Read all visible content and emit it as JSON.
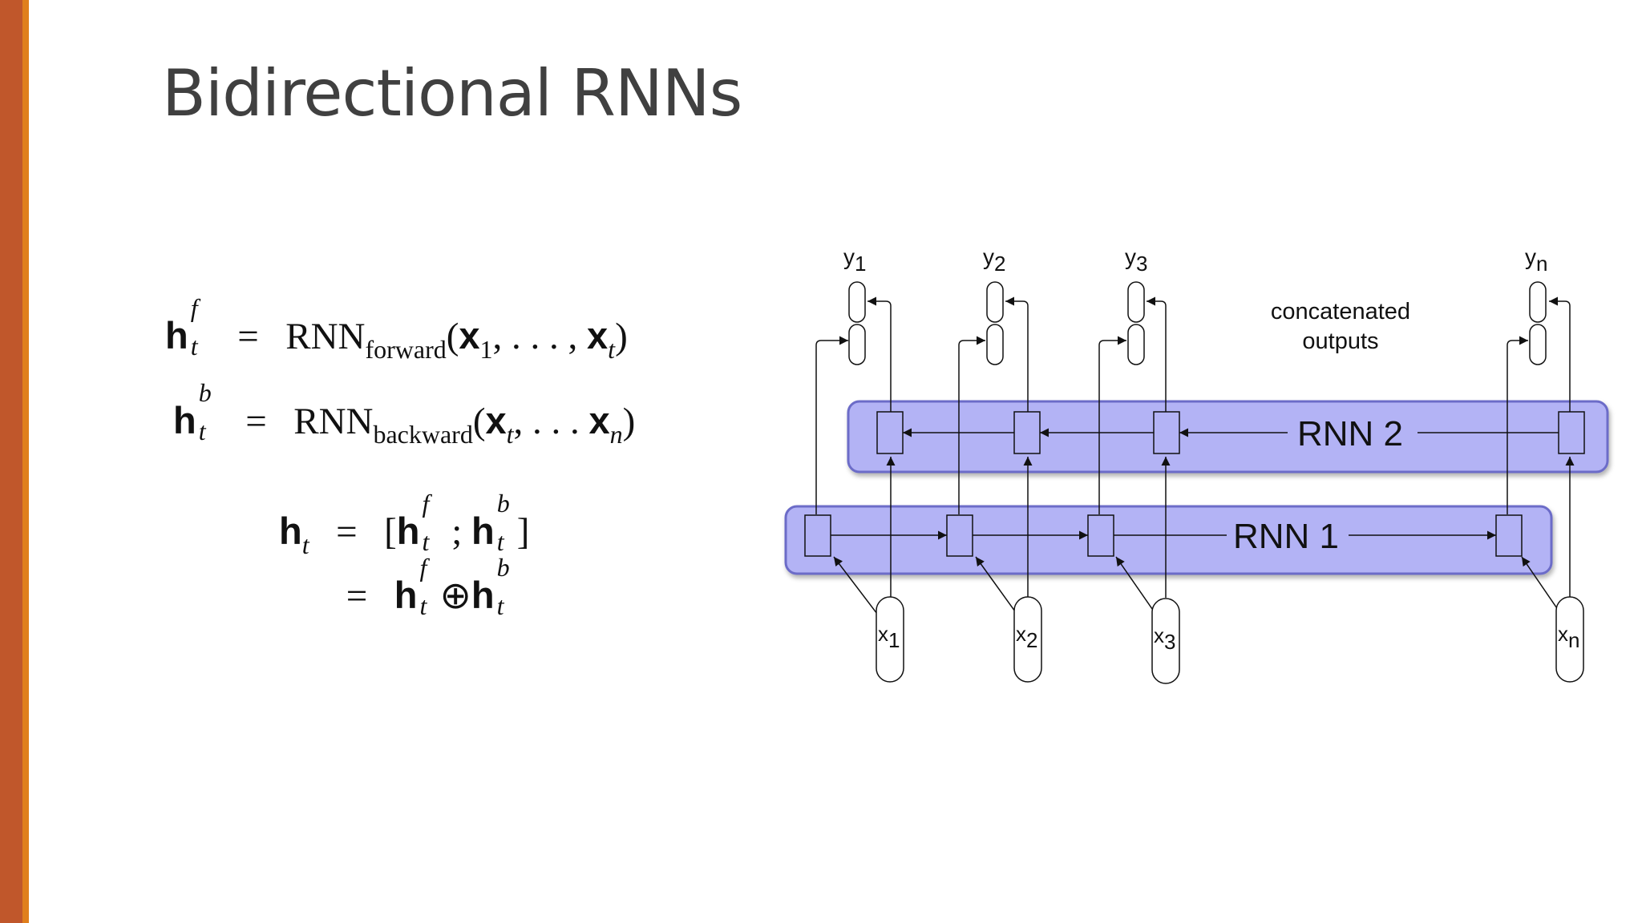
{
  "slide": {
    "title": "Bidirectional RNNs",
    "accent_colors": [
      "#c0572b",
      "#e07f1c"
    ]
  },
  "equations": {
    "forward": {
      "lhs": "h",
      "sup": "f",
      "sub": "t",
      "rel": "=",
      "fn": "RNN",
      "fn_sub": "forward",
      "args_open": "(",
      "x1": "x",
      "x1_sub": "1",
      "mid": ", . . . , ",
      "xt": "x",
      "xt_sub": "t",
      "args_close": ")"
    },
    "backward": {
      "lhs": "h",
      "sup": "b",
      "sub": "t",
      "rel": "=",
      "fn": "RNN",
      "fn_sub": "backward",
      "args_open": "(",
      "xt": "x",
      "xt_sub": "t",
      "mid": ", . . . ",
      "xn": "x",
      "xn_sub": "n",
      "args_close": ")"
    },
    "concat": {
      "lhs": "h",
      "lhs_sub": "t",
      "rel": "=",
      "open": "[",
      "a": "h",
      "a_sup": "f",
      "a_sub": "t",
      "sep": " ; ",
      "b": "h",
      "b_sup": "b",
      "b_sub": "t",
      "close": "]"
    },
    "oplus": {
      "rel": "=",
      "a": "h",
      "a_sup": "f",
      "a_sub": "t",
      "op": "⊕",
      "b": "h",
      "b_sup": "b",
      "b_sub": "t"
    }
  },
  "diagram": {
    "rnn1_label": "RNN 1",
    "rnn2_label": "RNN 2",
    "concat_label_line1": "concatenated",
    "concat_label_line2": "outputs",
    "band_color": "#b3b3f5",
    "band_border": "#6c6cc8",
    "inputs": [
      {
        "base": "x",
        "sub": "1"
      },
      {
        "base": "x",
        "sub": "2"
      },
      {
        "base": "x",
        "sub": "3"
      },
      {
        "base": "x",
        "sub": "n"
      }
    ],
    "outputs": [
      {
        "base": "y",
        "sub": "1"
      },
      {
        "base": "y",
        "sub": "2"
      },
      {
        "base": "y",
        "sub": "3"
      },
      {
        "base": "y",
        "sub": "n"
      }
    ]
  }
}
